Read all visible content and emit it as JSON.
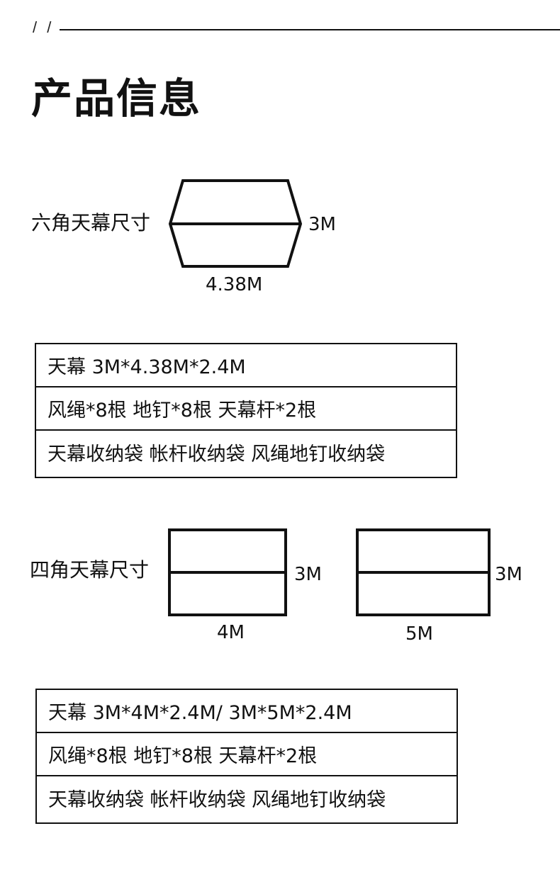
{
  "header": {
    "slashes": "/ /"
  },
  "title": "产品信息",
  "hexagon_section": {
    "label": "六角天幕尺寸",
    "width_dim": "4.38M",
    "depth_dim": "3M"
  },
  "hexagon_specs": [
    "天幕  3M*4.38M*2.4M",
    "风绳*8根  地钉*8根  天幕杆*2根",
    "天幕收纳袋  帐杆收纳袋  风绳地钉收纳袋"
  ],
  "square_section": {
    "label": "四角天幕尺寸",
    "tarp_a": {
      "width_dim": "4M",
      "depth_dim": "3M"
    },
    "tarp_b": {
      "width_dim": "5M",
      "depth_dim": "3M"
    }
  },
  "square_specs": [
    "天幕   3M*4M*2.4M/ 3M*5M*2.4M",
    "风绳*8根  地钉*8根  天幕杆*2根",
    "天幕收纳袋  帐杆收纳袋  风绳地钉收纳袋"
  ]
}
